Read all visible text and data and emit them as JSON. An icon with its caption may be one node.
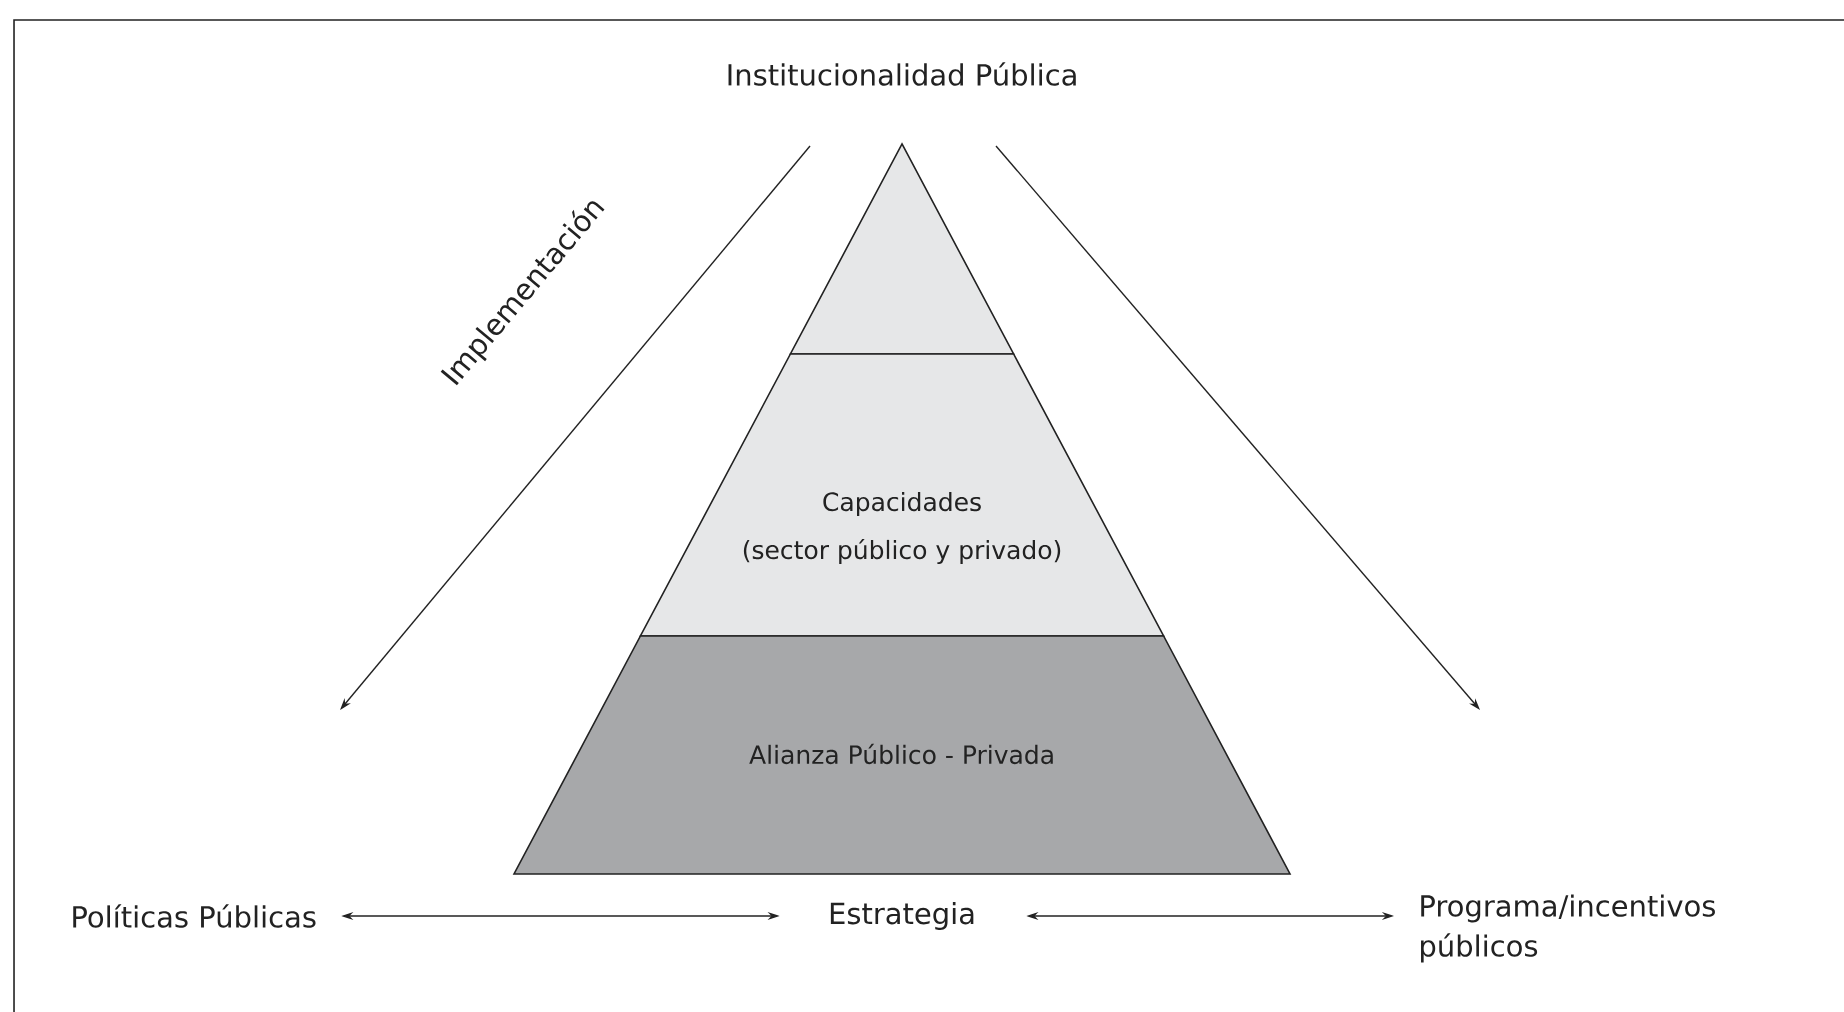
{
  "diagram": {
    "nodes": [
      {
        "text": [
          "Institucionalidad Pública"
        ]
      },
      {
        "text": [],
        "shape": "triangle"
      },
      {
        "text": [
          "Capacidades",
          "(sector público y privado)"
        ]
      },
      {
        "text": [
          "Alianza Público - Privada"
        ]
      },
      {
        "text": [
          "Políticas Públicas"
        ]
      },
      {
        "text": [
          "Estrategia"
        ]
      },
      {
        "text": [
          "Programa/incentivos públicos"
        ]
      }
    ],
    "edges": [
      {
        "from": 0,
        "to": null,
        "arrow": "to",
        "label": "Implementación"
      },
      {
        "from": 0,
        "to": null,
        "arrow": "to"
      },
      {
        "from": 4,
        "to": 5,
        "arrow": "both"
      },
      {
        "from": 5,
        "to": 6,
        "arrow": "both"
      }
    ]
  }
}
